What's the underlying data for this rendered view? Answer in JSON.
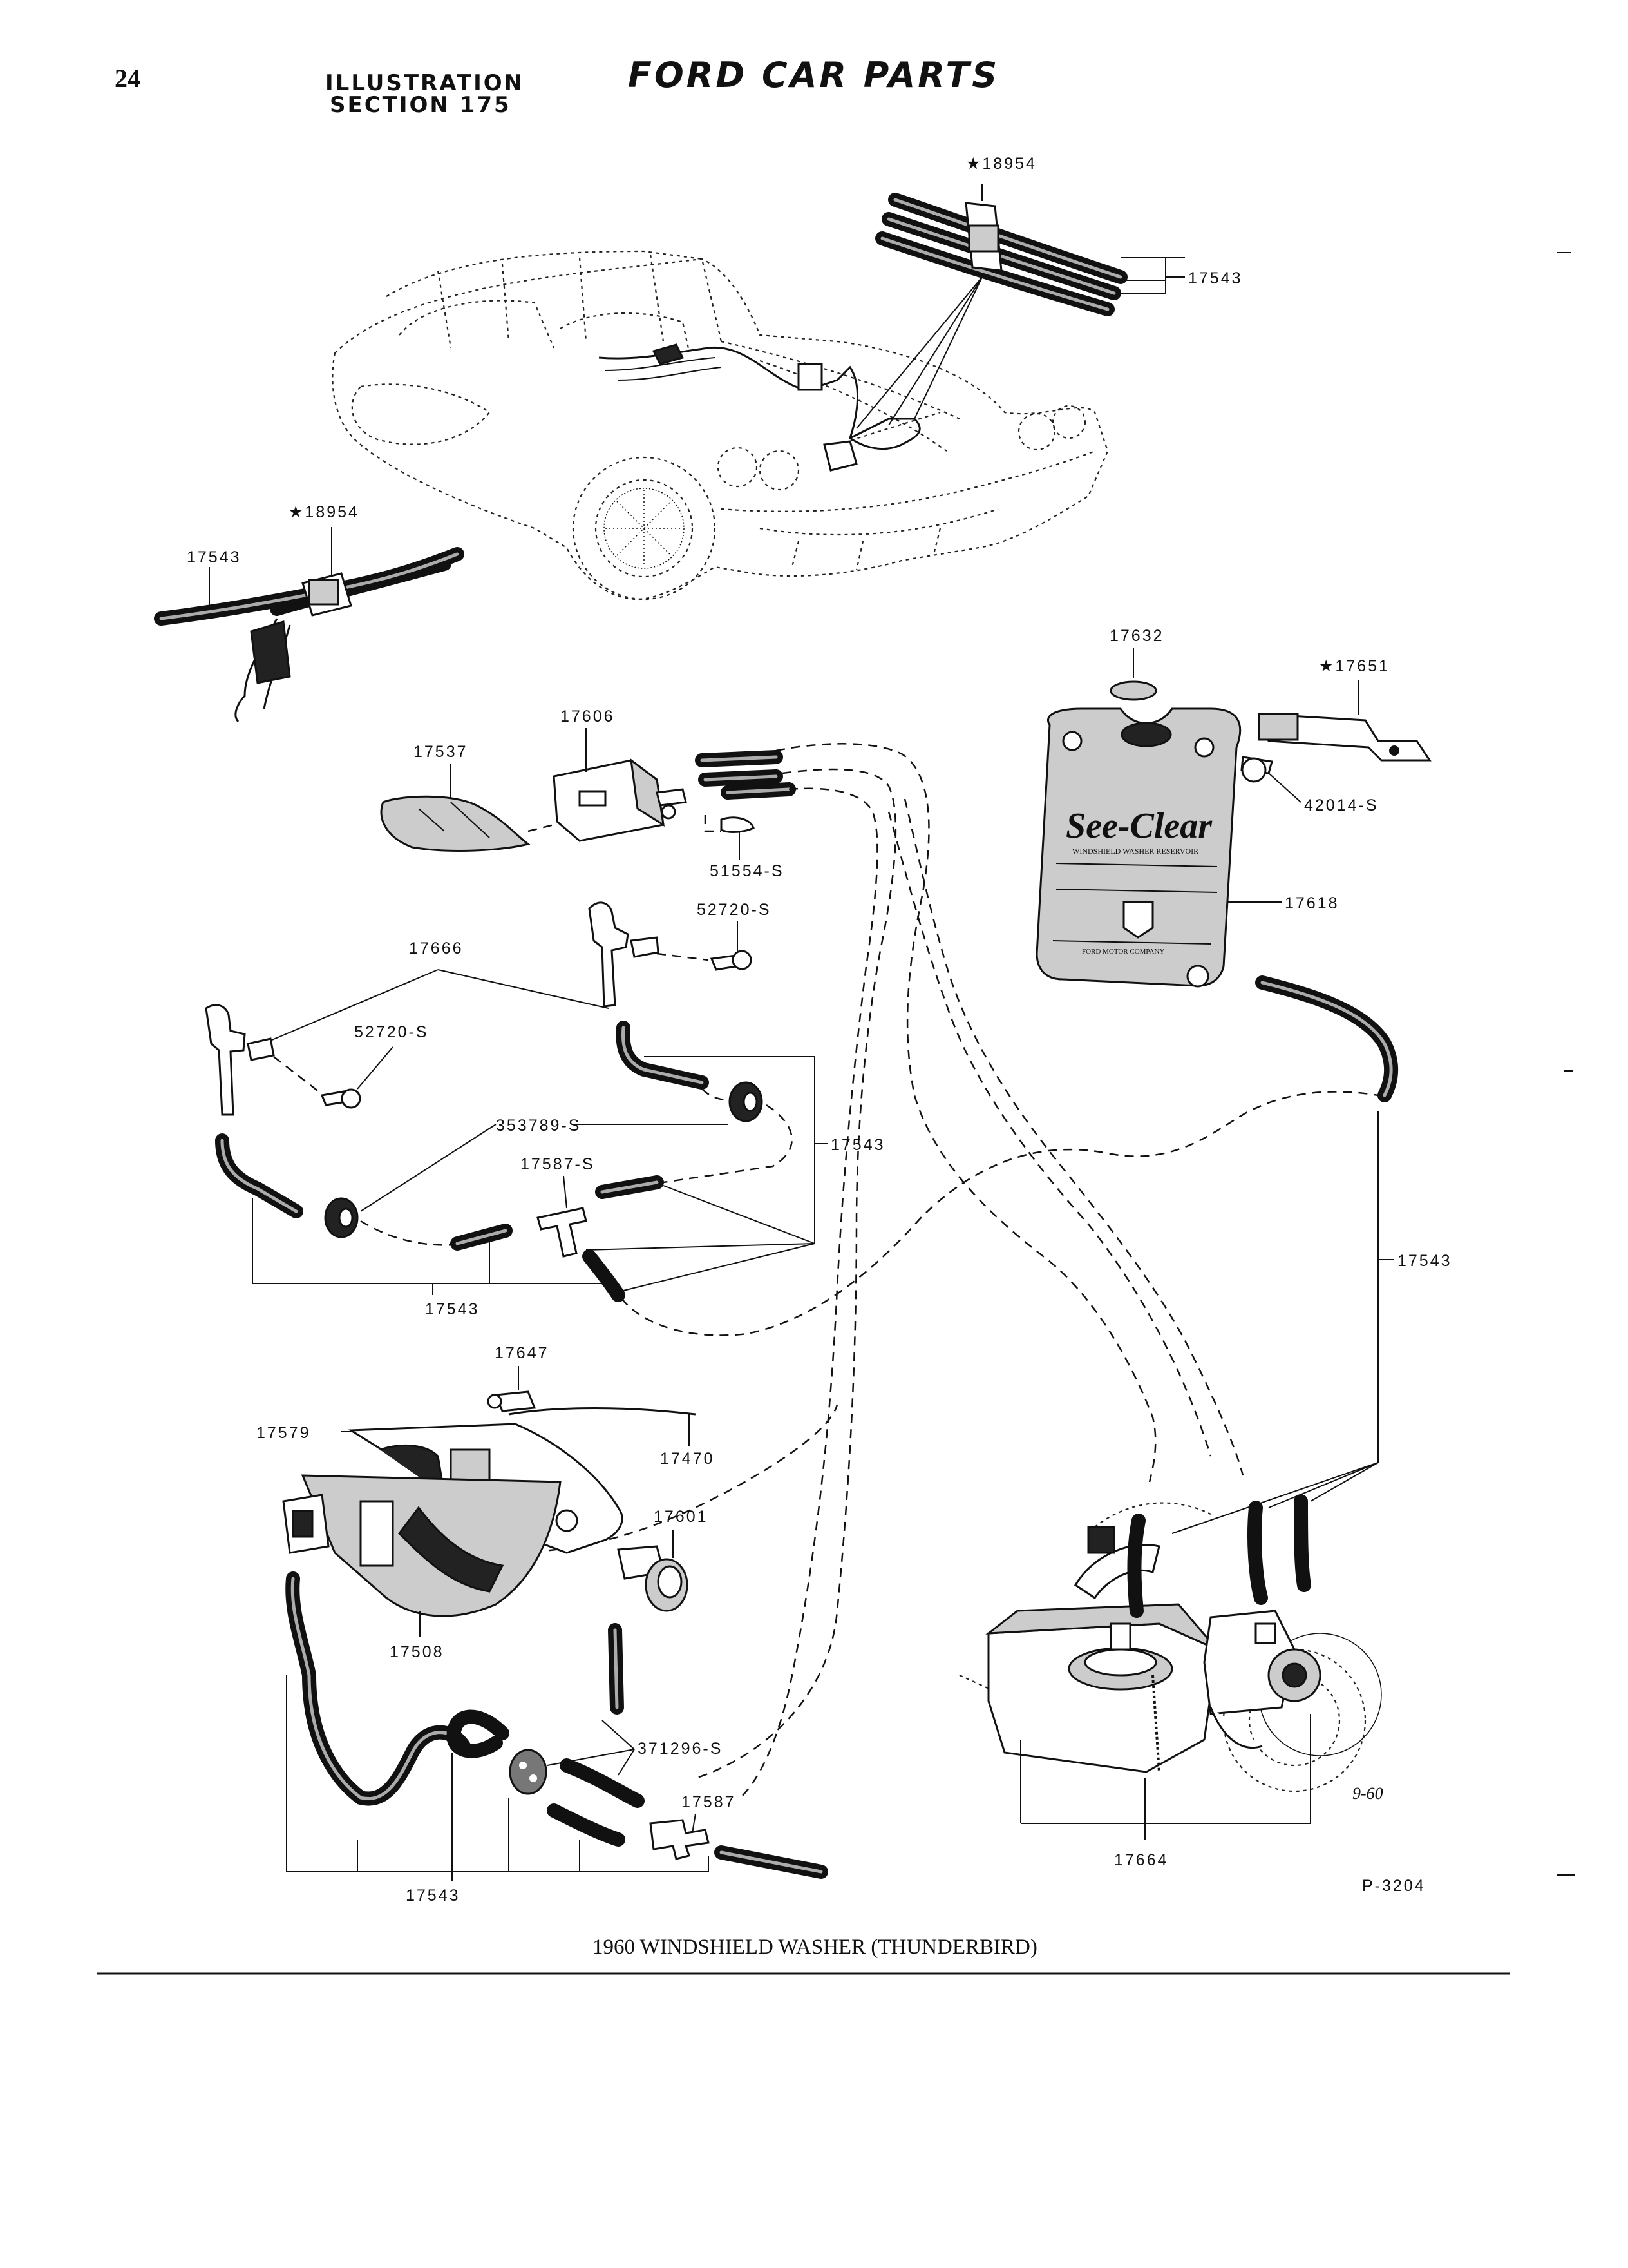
{
  "header": {
    "page_number": "24",
    "section_line1": "ILLUSTRATION",
    "section_line2": "SECTION 175",
    "title": "FORD CAR PARTS"
  },
  "caption": "1960 WINDSHIELD WASHER (THUNDERBIRD)",
  "plate_number": "P-3204",
  "date_mark": "9-60",
  "reservoir_text": {
    "brand": "See-Clear",
    "subtitle": "WINDSHIELD WASHER RESERVOIR",
    "maker": "FORD MOTOR COMPANY"
  },
  "callouts": {
    "clip_top": "★18954",
    "hose_top": "17543",
    "clip_left": "★18954",
    "hose_left": "17543",
    "cap": "17632",
    "bracket": "★17651",
    "reservoir_screw": "42014-S",
    "reservoir": "17618",
    "valve": "17606",
    "valve_cover": "17537",
    "valve_screw": "51554-S",
    "nozzle_screw_upper": "52720-S",
    "nozzle": "17666",
    "nozzle_screw_lower": "52720-S",
    "grommet": "353789-S",
    "connector_upper": "17587-S",
    "hose_mid_right": "17543",
    "hose_mid_bottom": "17543",
    "hose_reservoir": "17543",
    "cable_clip": "17647",
    "control": "17579",
    "cable": "17470",
    "button": "17601",
    "pump": "17508",
    "grommet_lower": "371296-S",
    "connector_lower": "17587",
    "hose_bottom": "17543",
    "pump_motor": "17664"
  }
}
